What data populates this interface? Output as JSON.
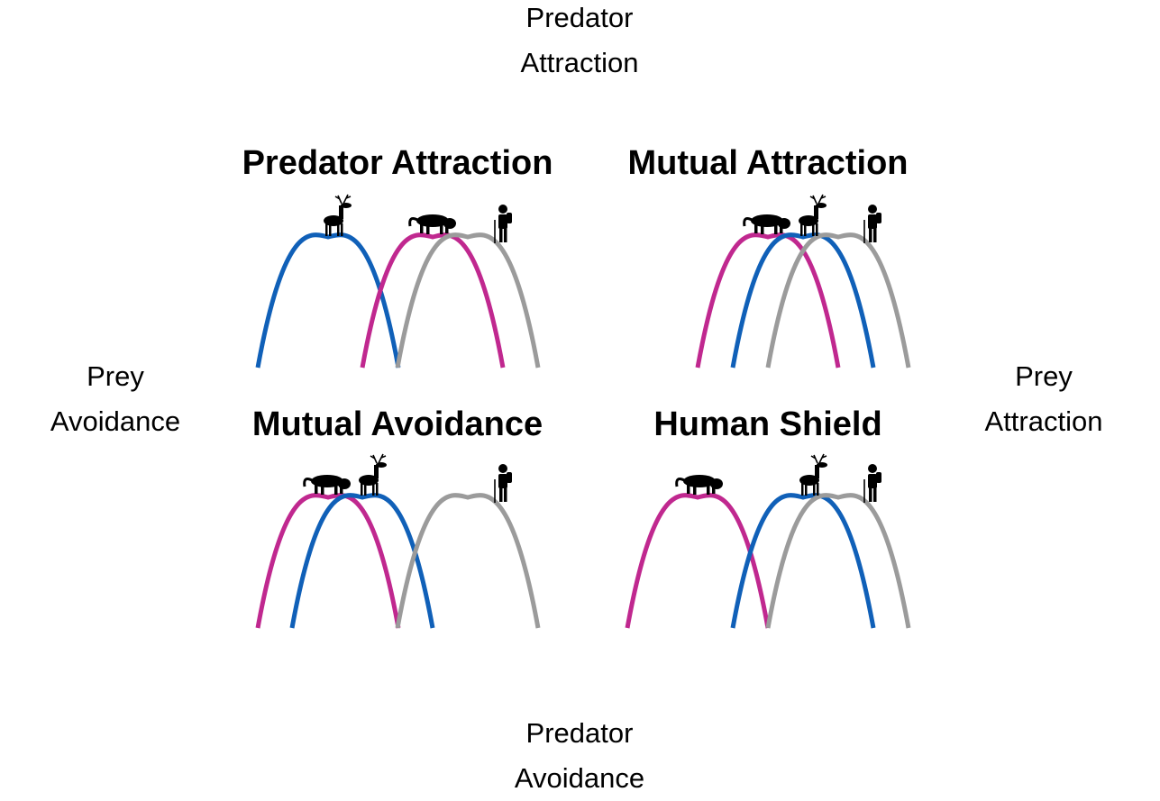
{
  "axis": {
    "top": [
      "Predator",
      "Attraction"
    ],
    "bottom": [
      "Predator",
      "Avoidance"
    ],
    "left": [
      "Prey",
      "Avoidance"
    ],
    "right": [
      "Prey",
      "Attraction"
    ]
  },
  "panels": [
    {
      "title": "Predator Attraction",
      "order": [
        "prey",
        "predator",
        "human"
      ],
      "icon_order": [
        "deer-icon",
        "cougar-icon",
        "hiker-icon"
      ]
    },
    {
      "title": "Mutual Attraction",
      "order": [
        "predator",
        "prey",
        "human"
      ],
      "icon_order": [
        "cougar-icon",
        "deer-icon",
        "hiker-icon"
      ]
    },
    {
      "title": "Mutual Avoidance",
      "order": [
        "predator",
        "prey",
        "human"
      ],
      "icon_order": [
        "cougar-icon",
        "deer-icon",
        "hiker-icon"
      ]
    },
    {
      "title": "Human Shield",
      "order": [
        "predator",
        "prey",
        "human"
      ],
      "icon_order": [
        "cougar-icon",
        "deer-icon",
        "hiker-icon"
      ]
    }
  ],
  "colors": {
    "prey": "#1060b8",
    "predator": "#c0288f",
    "human": "#9b9b9b"
  }
}
